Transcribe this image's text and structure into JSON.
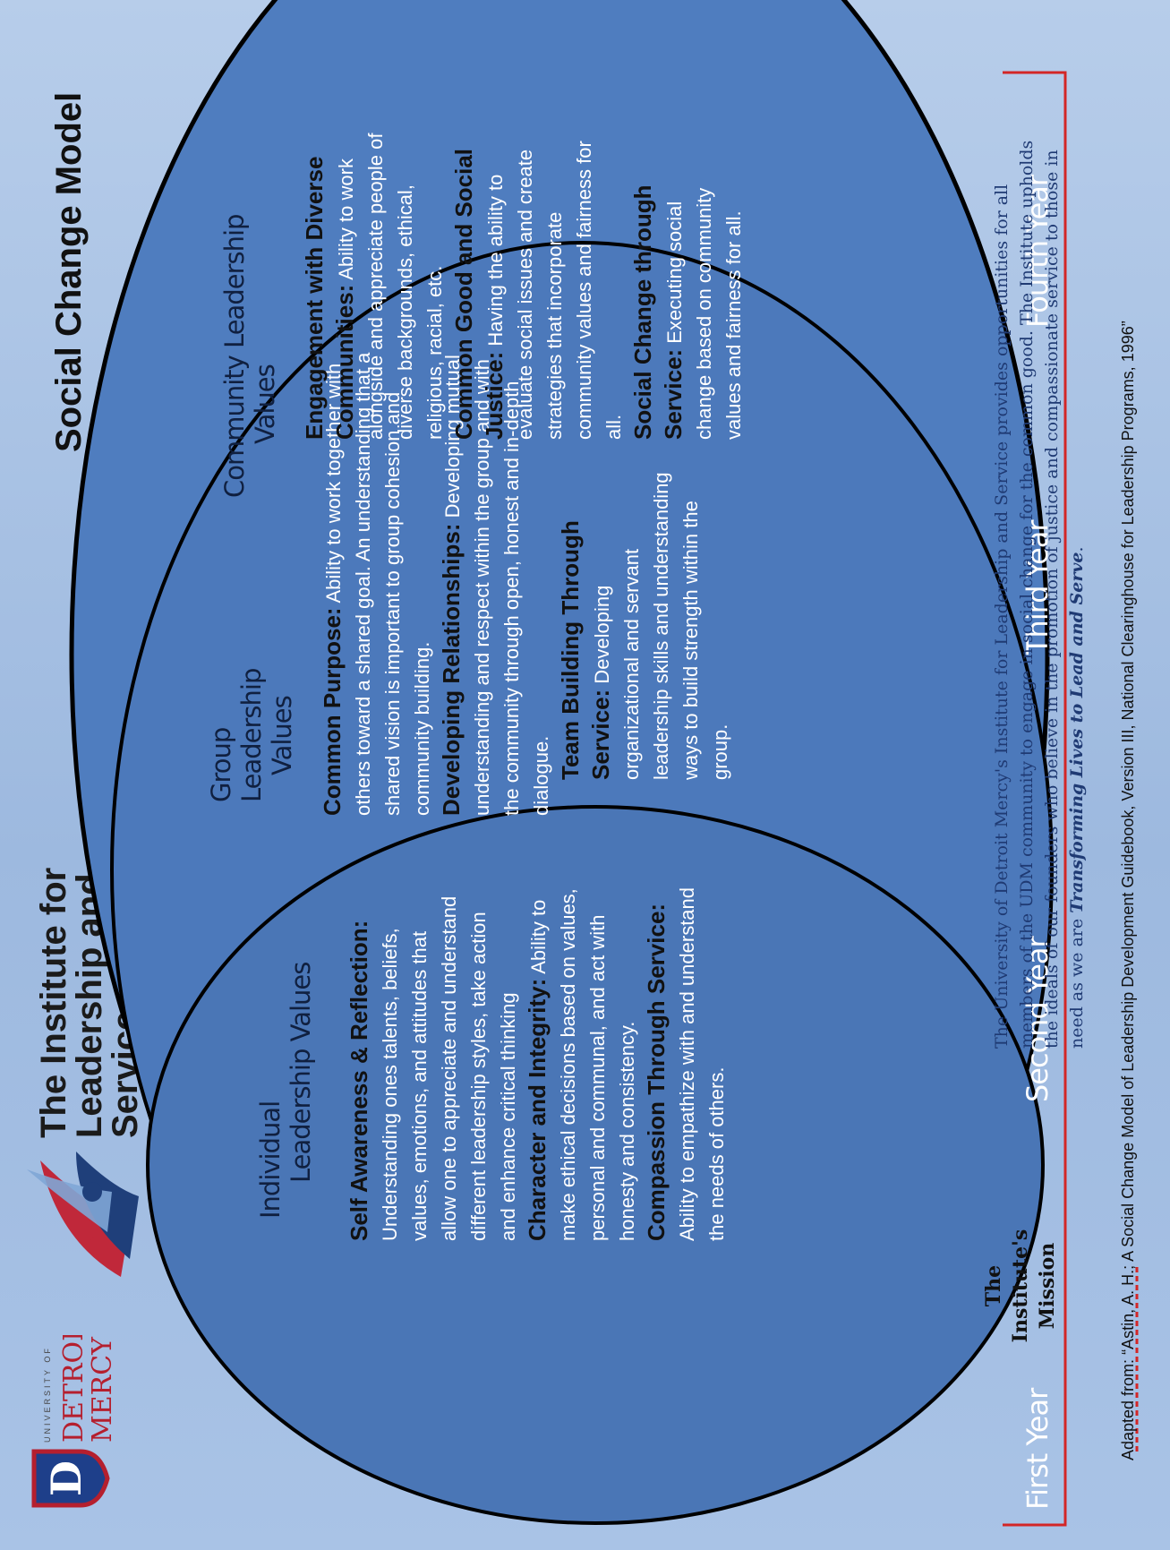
{
  "header": {
    "brand_logo_text_small": "UNIVERSITY OF",
    "brand_logo_text": "DETROIT MERCY",
    "institute_name_line1": "The Institute for",
    "institute_name_line2": "Leadership and Service",
    "title": "Social Change Model"
  },
  "individual": {
    "label_line1": "Individual",
    "label_line2": "Leadership Values",
    "values": [
      {
        "heading": "Self Awareness & Reflection:",
        "text": "Understanding ones talents, beliefs, values, emotions, and attitudes that allow one to appreciate and understand different leadership styles, take action and enhance critical thinking"
      },
      {
        "heading": "Character and Integrity:",
        "text": "Ability to make ethical decisions based on values, personal and communal,  and act with honesty and consistency."
      },
      {
        "heading": "Compassion Through Service:",
        "text": "Ability to empathize with and understand the needs of others."
      }
    ]
  },
  "group": {
    "label_line1": "Group",
    "label_line2": "Leadership",
    "label_line3": "Values",
    "values": [
      {
        "heading": "Common Purpose:",
        "text": "Ability to work together with others toward a shared goal. An understanding that a shared vision is important to group cohesion and community building."
      },
      {
        "heading": "Developing Relationships:",
        "text": "Developing mutual understanding and respect within the group and with the community through open, honest and in-depth dialogue."
      },
      {
        "heading": "Team Building Through Service:",
        "text": "Developing organizational and servant leadership skills and understanding ways to build strength within the group."
      }
    ]
  },
  "community": {
    "label_line1": "Community Leadership",
    "label_line2": "Values",
    "values": [
      {
        "heading": "Engagement with Diverse Communities:",
        "text": "Ability to work  alongside and appreciate people of diverse backgrounds, ethical, religious, racial, etc."
      },
      {
        "heading": "Common Good and Social Justice:",
        "text": "Having the ability to evaluate social issues and create strategies that incorporate community values and fairness for all."
      },
      {
        "heading": "Social Change through Service:",
        "text": "Executing social change based on community values and fairness for all."
      }
    ]
  },
  "years": [
    "First Year",
    "Second Year",
    "Third Year",
    "Fourth Year"
  ],
  "mission": {
    "title": "The Institute's Mission",
    "text_part1": "The University of Detroit Mercy's Institute for Leadership and Service provides opportunities for all members of the UDM community to engage in social change for the common good.  The Institute upholds the ideals of our founders who believe in the promotion of justice and compassionate service to those in need as we are ",
    "text_emphasis": "Transforming  Lives to Lead and Serve",
    "text_end": "."
  },
  "citation": "Adapted from: “Astin, A. H.; A Social Change Model of Leadership Development Guidebook, Version III, National Clearinghouse for Leadership Programs, 1996”",
  "colors": {
    "oval_fill": "#4f7dbf",
    "outline": "#000000",
    "bracket_red": "#d32626",
    "background": "#9db9df"
  }
}
